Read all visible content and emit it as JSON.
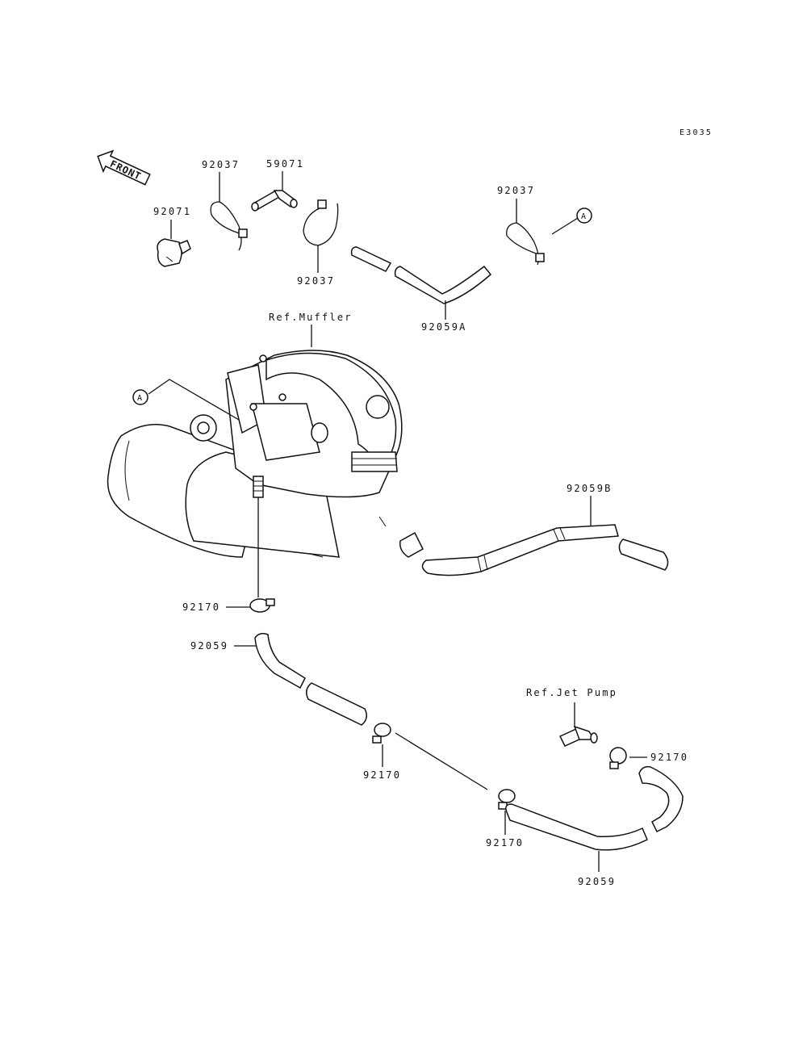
{
  "diagram_code": "E3035",
  "front_label": "FRONT",
  "ref_labels": {
    "muffler": "Ref.Muffler",
    "jet_pump": "Ref.Jet Pump"
  },
  "marker": "A",
  "parts": {
    "p92071": "92071",
    "p92037_left": "92037",
    "p59071": "59071",
    "p92037_mid": "92037",
    "p92037_right": "92037",
    "p92059A": "92059A",
    "p92059B": "92059B",
    "p92170_top": "92170",
    "p92059_upper": "92059",
    "p92170_mid": "92170",
    "p92170_low": "92170",
    "p92170_right": "92170",
    "p92059_lower": "92059"
  }
}
